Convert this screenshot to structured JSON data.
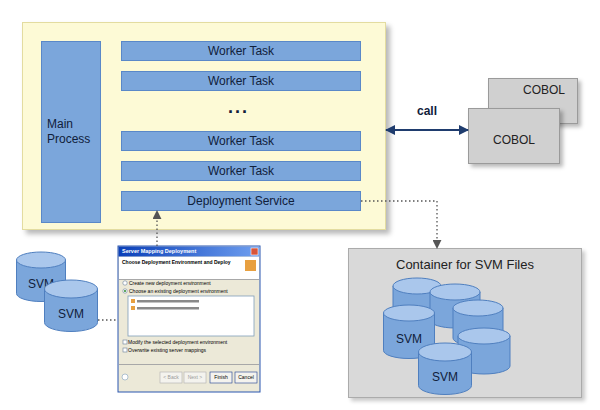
{
  "diagram": {
    "nodes": [
      {
        "text": []
      },
      {
        "text": [
          "Main Process"
        ],
        "in": 0
      },
      {
        "text": [
          "Worker Task"
        ],
        "in": 0
      },
      {
        "text": [
          "Worker Task"
        ],
        "in": 0
      },
      {
        "text": [
          "Worker Task"
        ],
        "in": 0
      },
      {
        "text": [
          "Worker Task"
        ],
        "in": 0
      },
      {
        "text": [
          "Deployment Service"
        ],
        "in": 0
      },
      {
        "text": [
          "COBOL"
        ]
      },
      {
        "text": [
          "COBOL"
        ]
      },
      {
        "text": [
          "Container for SVM Files"
        ]
      },
      {
        "text": [
          "SVM"
        ],
        "in": 9
      },
      {
        "text": [
          "SVM"
        ],
        "in": 9
      },
      {
        "text": [
          "SVM"
        ]
      },
      {
        "text": [
          "SVM"
        ]
      },
      {
        "text": [
          "Server Mapping Deployment",
          "Choose Deployment Environment and Deploy",
          "Create new deployment environment",
          "Choose an existing deployment environment",
          "Modify the selected deployment environment",
          "Overwrite existing server mappings",
          "< Back",
          "Next >",
          "Finish",
          "Cancel"
        ]
      }
    ],
    "edges": [
      {
        "from": 0,
        "to": 8,
        "label": "call",
        "arrow": "both"
      },
      {
        "from": 6,
        "to": 9,
        "arrow": "to"
      },
      {
        "from": 14,
        "to": 6,
        "arrow": "to"
      },
      {
        "from": 13,
        "to": 14,
        "arrow": "none"
      }
    ],
    "labels": [
      "..."
    ]
  }
}
